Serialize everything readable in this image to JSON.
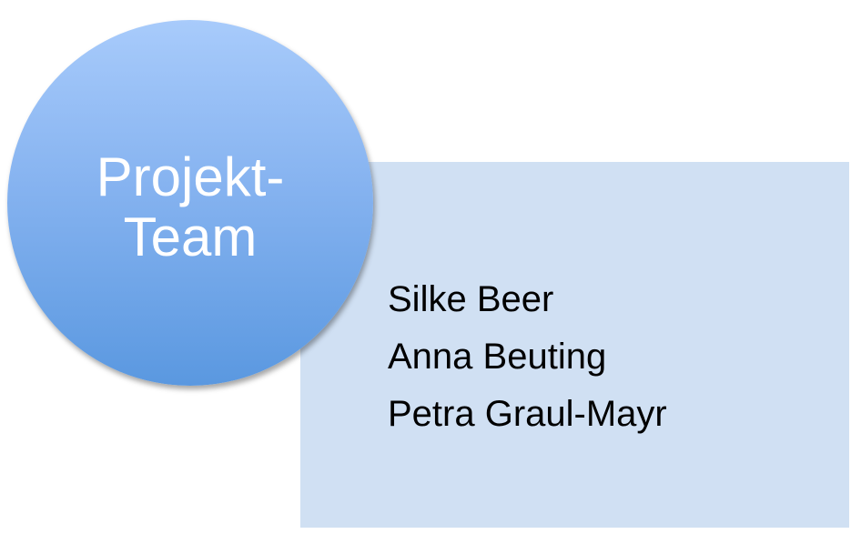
{
  "team": {
    "title_line1": "Projekt-",
    "title_line2": "Team"
  },
  "members": [
    "Silke Beer",
    "Anna Beuting",
    "Petra Graul-Mayr"
  ],
  "colors": {
    "circle_top": "#a8cbfb",
    "circle_bottom": "#5a98e0",
    "box_fill": "#d0e0f3",
    "title_text": "#ffffff",
    "member_text": "#000000"
  }
}
